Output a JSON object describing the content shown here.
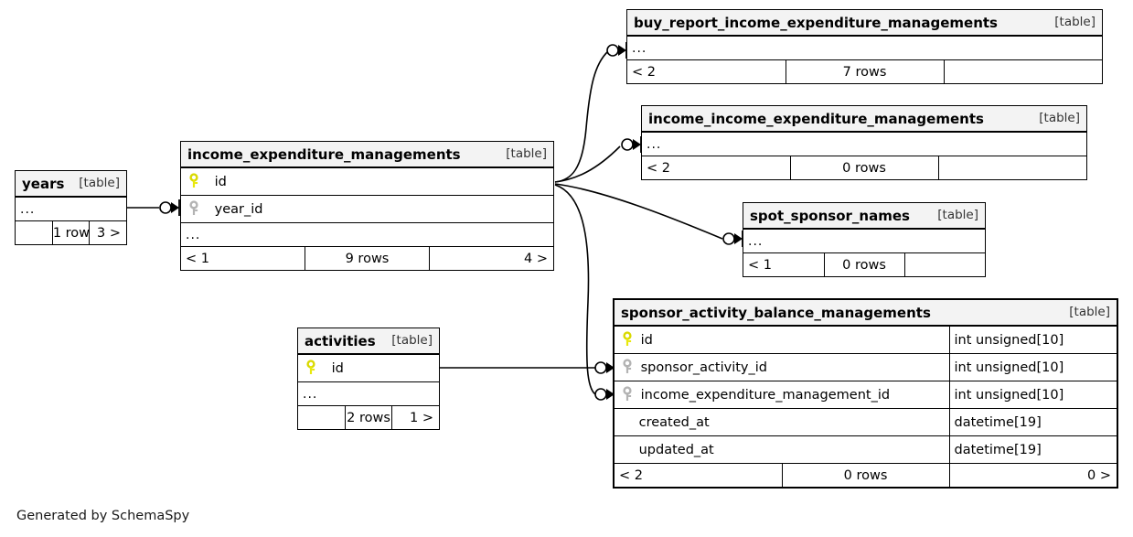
{
  "diagram": {
    "credit": "Generated by SchemaSpy",
    "table_tag": "[table]",
    "ellipsis": "...",
    "icons": {
      "primary_key": "yellow-key-icon",
      "foreign_key": "gray-key-icon"
    },
    "colors": {
      "header_bg": "#f3f3f3",
      "border": "#000000",
      "pk_key": "#e8e80d",
      "fk_key": "#b3b3b3",
      "background": "#ffffff"
    }
  },
  "tables": {
    "years": {
      "name": "years",
      "tag": "[table]",
      "ellipsis": "...",
      "footer": {
        "left": "",
        "center": "1 row",
        "right": "3 >"
      }
    },
    "income_expenditure_managements": {
      "name": "income_expenditure_managements",
      "tag": "[table]",
      "columns": [
        {
          "key": "primary",
          "name": "id"
        },
        {
          "key": "foreign",
          "name": "year_id"
        }
      ],
      "ellipsis": "...",
      "footer": {
        "left": "< 1",
        "center": "9 rows",
        "right": "4 >"
      }
    },
    "buy_report_income_expenditure_managements": {
      "name": "buy_report_income_expenditure_managements",
      "tag": "[table]",
      "ellipsis": "...",
      "footer": {
        "left": "< 2",
        "center": "7 rows",
        "right": ""
      }
    },
    "income_income_expenditure_managements": {
      "name": "income_income_expenditure_managements",
      "tag": "[table]",
      "ellipsis": "...",
      "footer": {
        "left": "< 2",
        "center": "0 rows",
        "right": ""
      }
    },
    "spot_sponsor_names": {
      "name": "spot_sponsor_names",
      "tag": "[table]",
      "ellipsis": "...",
      "footer": {
        "left": "< 1",
        "center": "0 rows",
        "right": ""
      }
    },
    "activities": {
      "name": "activities",
      "tag": "[table]",
      "columns": [
        {
          "key": "primary",
          "name": "id"
        }
      ],
      "ellipsis": "...",
      "footer": {
        "left": "",
        "center": "2 rows",
        "right": "1 >"
      }
    },
    "sponsor_activity_balance_managements": {
      "name": "sponsor_activity_balance_managements",
      "tag": "[table]",
      "columns": [
        {
          "key": "primary",
          "name": "id",
          "type": "int unsigned[10]"
        },
        {
          "key": "foreign",
          "name": "sponsor_activity_id",
          "type": "int unsigned[10]"
        },
        {
          "key": "foreign",
          "name": "income_expenditure_management_id",
          "type": "int unsigned[10]"
        },
        {
          "key": "none",
          "name": "created_at",
          "type": "datetime[19]"
        },
        {
          "key": "none",
          "name": "updated_at",
          "type": "datetime[19]"
        }
      ],
      "footer": {
        "left": "< 2",
        "center": "0 rows",
        "right": "0 >"
      }
    }
  }
}
